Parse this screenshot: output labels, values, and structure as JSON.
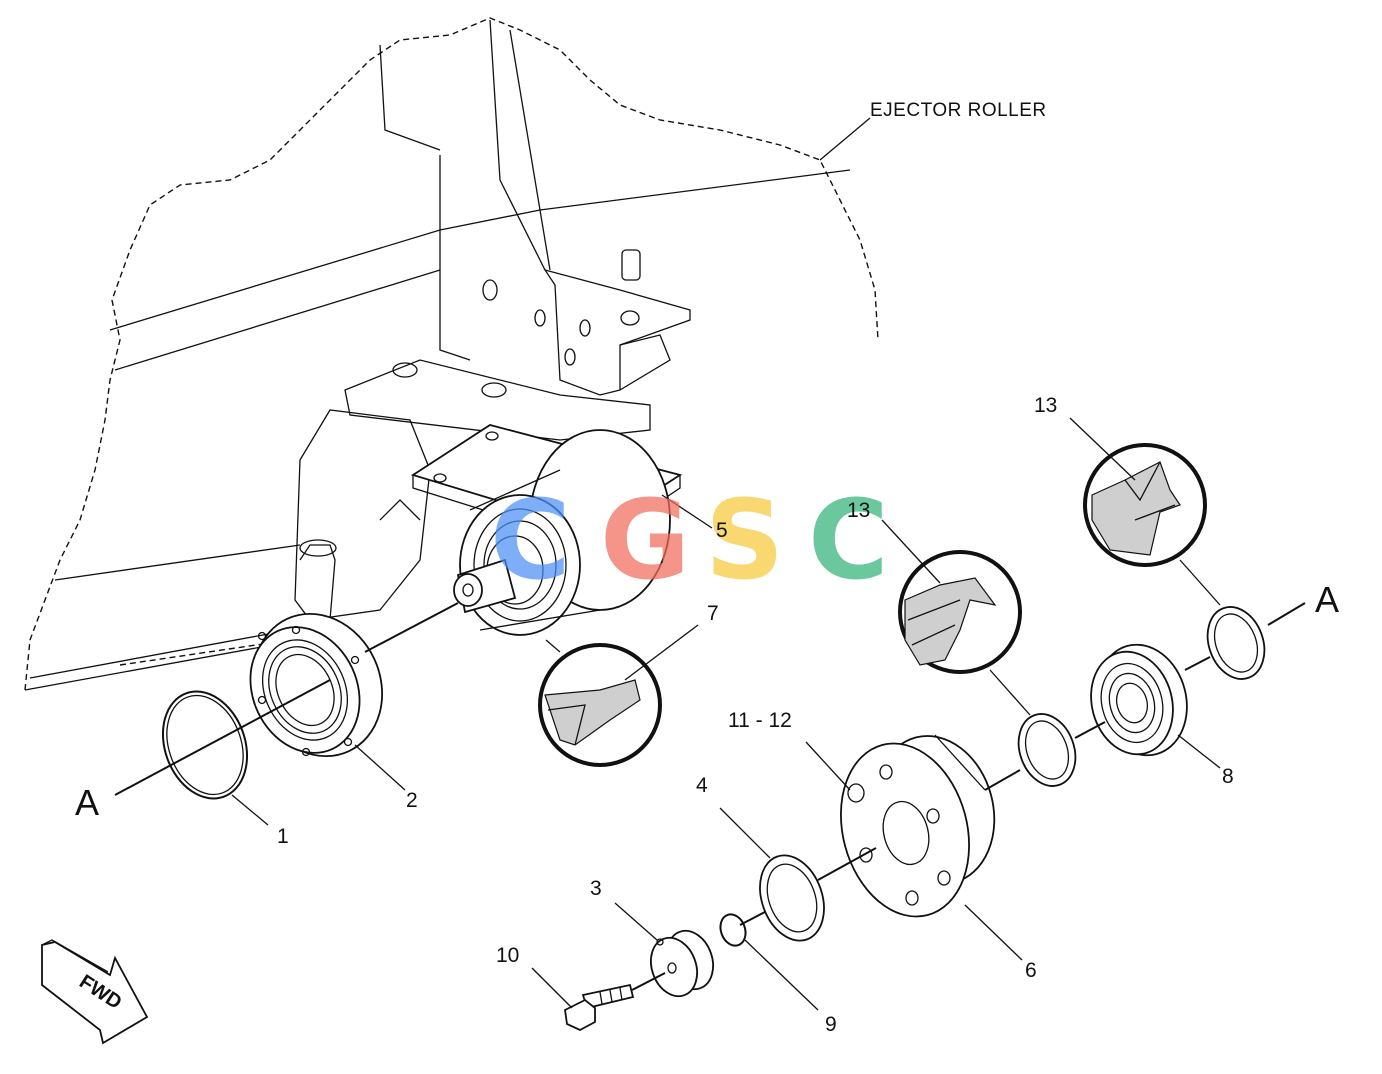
{
  "diagram": {
    "title_label": "EJECTOR ROLLER",
    "section_marks": {
      "left": "A",
      "right": "A"
    },
    "direction_label": "FWD",
    "watermark": {
      "letters": [
        "C",
        "G",
        "S",
        "C"
      ],
      "colors": [
        "#4c8ff5",
        "#f26b5b",
        "#f8c93b",
        "#33b27a"
      ]
    },
    "callouts": {
      "c1": "1",
      "c2": "2",
      "c3": "3",
      "c4": "4",
      "c5": "5",
      "c6": "6",
      "c7": "7",
      "c8": "8",
      "c9": "9",
      "c10": "10",
      "c11_12": "11 - 12",
      "c13_mid": "13",
      "c13_top": "13"
    }
  }
}
